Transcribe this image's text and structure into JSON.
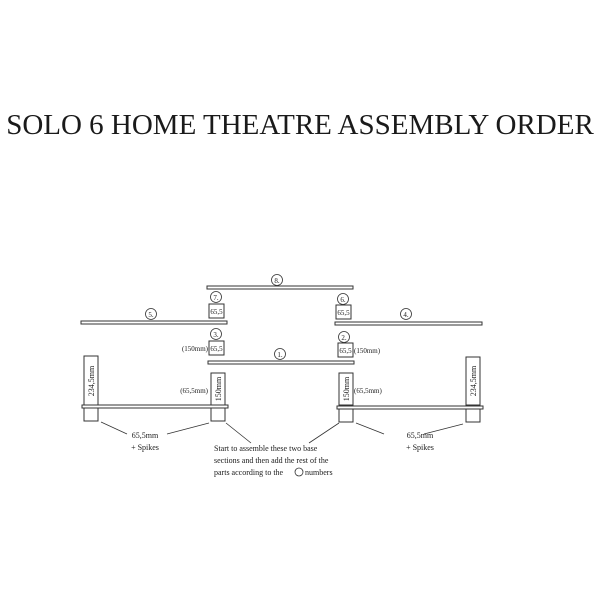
{
  "title": "SOLO 6 HOME THEATRE ASSEMBLY ORDER",
  "steps": {
    "s1": "1.",
    "s2": "2.",
    "s3": "3.",
    "s4": "4.",
    "s5": "5.",
    "s6": "6.",
    "s7": "7.",
    "s8": "8."
  },
  "spacers": {
    "small": "65,5",
    "height_note": "(150mm)"
  },
  "posts": {
    "tall": "234,5mm",
    "center": "150mm",
    "center_note": "(65,5mm)"
  },
  "feet": {
    "line1": "65,5mm",
    "line2": "+ Spikes"
  },
  "instructions": {
    "line1": "Start to assemble these two base",
    "line2": "sections and then add the rest of the",
    "line3_a": "parts according to the",
    "line3_b": "numbers"
  }
}
